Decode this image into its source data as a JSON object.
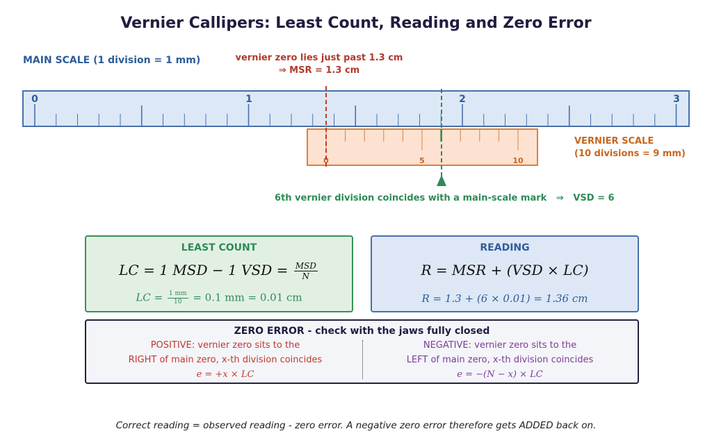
{
  "title": "Vernier Callipers: Least Count, Reading and Zero Error",
  "main_scale": {
    "label": "MAIN SCALE  (1 division = 1 mm)",
    "cm_labels": [
      "0",
      "1",
      "2",
      "3"
    ],
    "color": "#2f5c98",
    "fill": "#dce8f6"
  },
  "vernier_zero_note": {
    "line1": "vernier zero lies just past 1.3 cm",
    "line2": "⇒  MSR = 1.3 cm",
    "color": "#b03a2e"
  },
  "vernier_scale": {
    "label_line1": "VERNIER SCALE",
    "label_line2": "(10 divisions = 9 mm)",
    "tick_labels": [
      "0",
      "5",
      "10"
    ],
    "divisions": 10,
    "color": "#c8661e",
    "fill": "#fde2d1"
  },
  "coincidence": {
    "text": "6th vernier division coincides with a main-scale mark   ⇒   VSD = 6",
    "vsd": 6,
    "color": "#2e8b57"
  },
  "least_count": {
    "title": "LEAST COUNT",
    "formula_lhs": "LC",
    "formula_rhs": "1 MSD − 1 VSD",
    "frac_num": "MSD",
    "frac_den": "N",
    "calc_frac_num": "1 mm",
    "calc_frac_den": "10",
    "calc_result": "= 0.1 mm  = 0.01 cm"
  },
  "reading": {
    "title": "READING",
    "formula": "R = MSR + (VSD × LC)",
    "calc": "R = 1.3 + (6 × 0.01) = 1.36 cm"
  },
  "zero_error": {
    "title": "ZERO ERROR  -  check with the jaws fully closed",
    "positive": {
      "line1": "POSITIVE: vernier zero sits to the",
      "line2": "RIGHT of main zero, x-th division coincides",
      "formula": "e = +x × LC"
    },
    "negative": {
      "line1": "NEGATIVE: vernier zero sits to the",
      "line2": "LEFT of main zero, x-th division coincides",
      "formula": "e = −(N − x) × LC"
    }
  },
  "footer": "Correct reading = observed reading - zero error.  A negative zero error therefore gets ADDED back on."
}
